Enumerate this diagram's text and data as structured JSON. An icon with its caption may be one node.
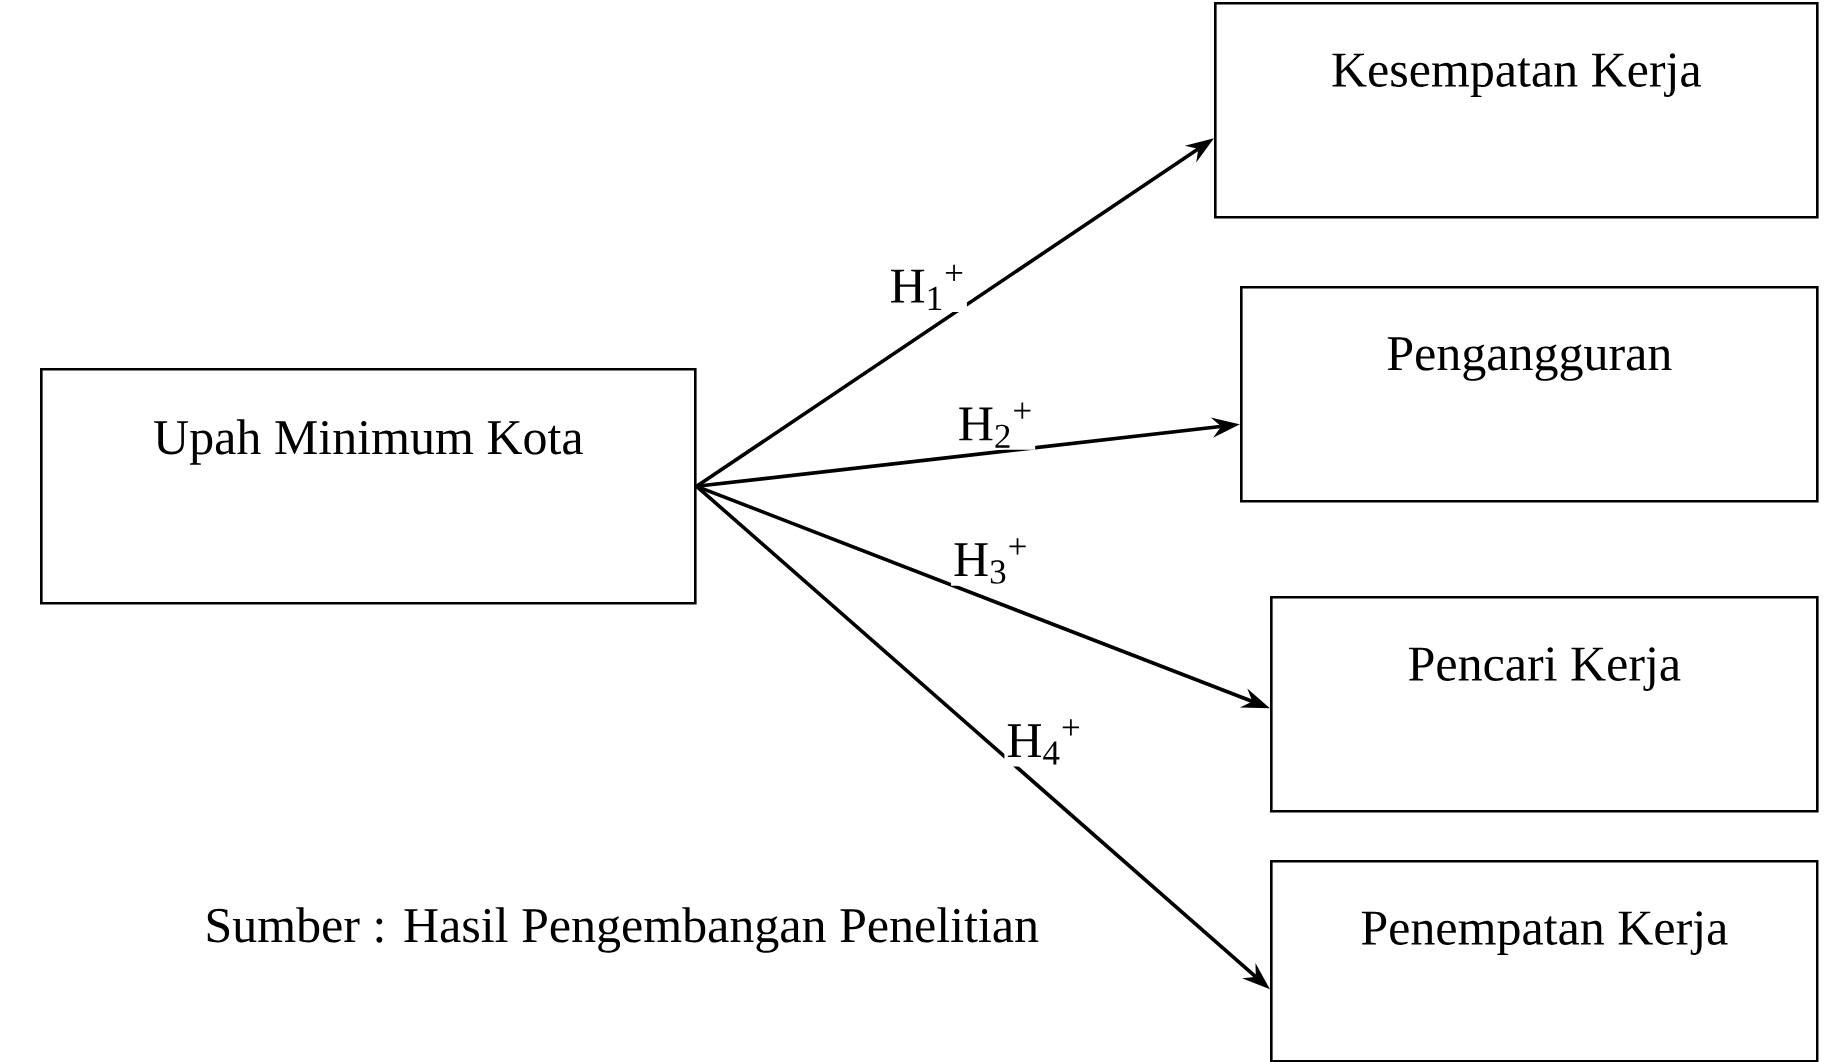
{
  "diagram": {
    "caption": "Sumber : Hasil Pengembangan Penelitian",
    "nodes": [
      {
        "text": [
          "Upah Minimum Kota"
        ]
      },
      {
        "text": [
          "Kesempatan Kerja"
        ]
      },
      {
        "text": [
          "Pengangguran"
        ]
      },
      {
        "text": [
          "Pencari Kerja"
        ]
      },
      {
        "text": [
          "Penempatan Kerja"
        ]
      }
    ],
    "edges": [
      {
        "from": 0,
        "to": 1,
        "arrow": "to",
        "label": "H$_{1}$$^{+}$"
      },
      {
        "from": 0,
        "to": 2,
        "arrow": "to",
        "label": "H$_{2}$$^{+}$"
      },
      {
        "from": 0,
        "to": 3,
        "arrow": "to",
        "label": "H$_{3}$$^{+}$"
      },
      {
        "from": 0,
        "to": 4,
        "arrow": "to",
        "label": "H$_{4}$$^{+}$"
      }
    ]
  }
}
